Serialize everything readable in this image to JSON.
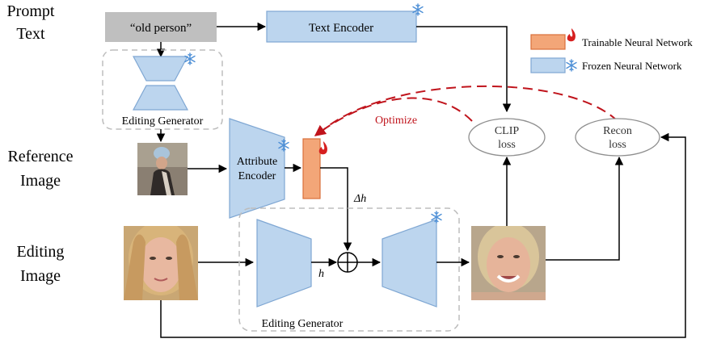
{
  "rows": {
    "prompt": {
      "line1": "Prompt",
      "line2": "Text"
    },
    "reference": {
      "line1": "Reference",
      "line2": "Image"
    },
    "editing": {
      "line1": "Editing",
      "line2": "Image"
    }
  },
  "prompt_box": "“old person”",
  "text_encoder": "Text Encoder",
  "editing_generator_top": "Editing Generator",
  "attribute_encoder": {
    "line1": "Attribute",
    "line2": "Encoder"
  },
  "editing_generator_bottom": "Editing Generator",
  "clip_loss": {
    "line1": "CLIP",
    "line2": "loss"
  },
  "recon_loss": {
    "line1": "Recon",
    "line2": "loss"
  },
  "optimize": "Optimize",
  "delta_h": "Δh",
  "h": "h",
  "legend": {
    "trainable": "Trainable Neural Network",
    "frozen": "Frozen Neural Network"
  },
  "colors": {
    "frozen_fill": "#bcd5ee",
    "frozen_stroke": "#7fa7d3",
    "trainable_fill": "#f3a678",
    "trainable_stroke": "#d9703b",
    "optimize_red": "#c0141c",
    "prompt_box_fill": "#bfbfbf"
  },
  "icons": [
    "snowflake-icon",
    "flame-icon"
  ]
}
